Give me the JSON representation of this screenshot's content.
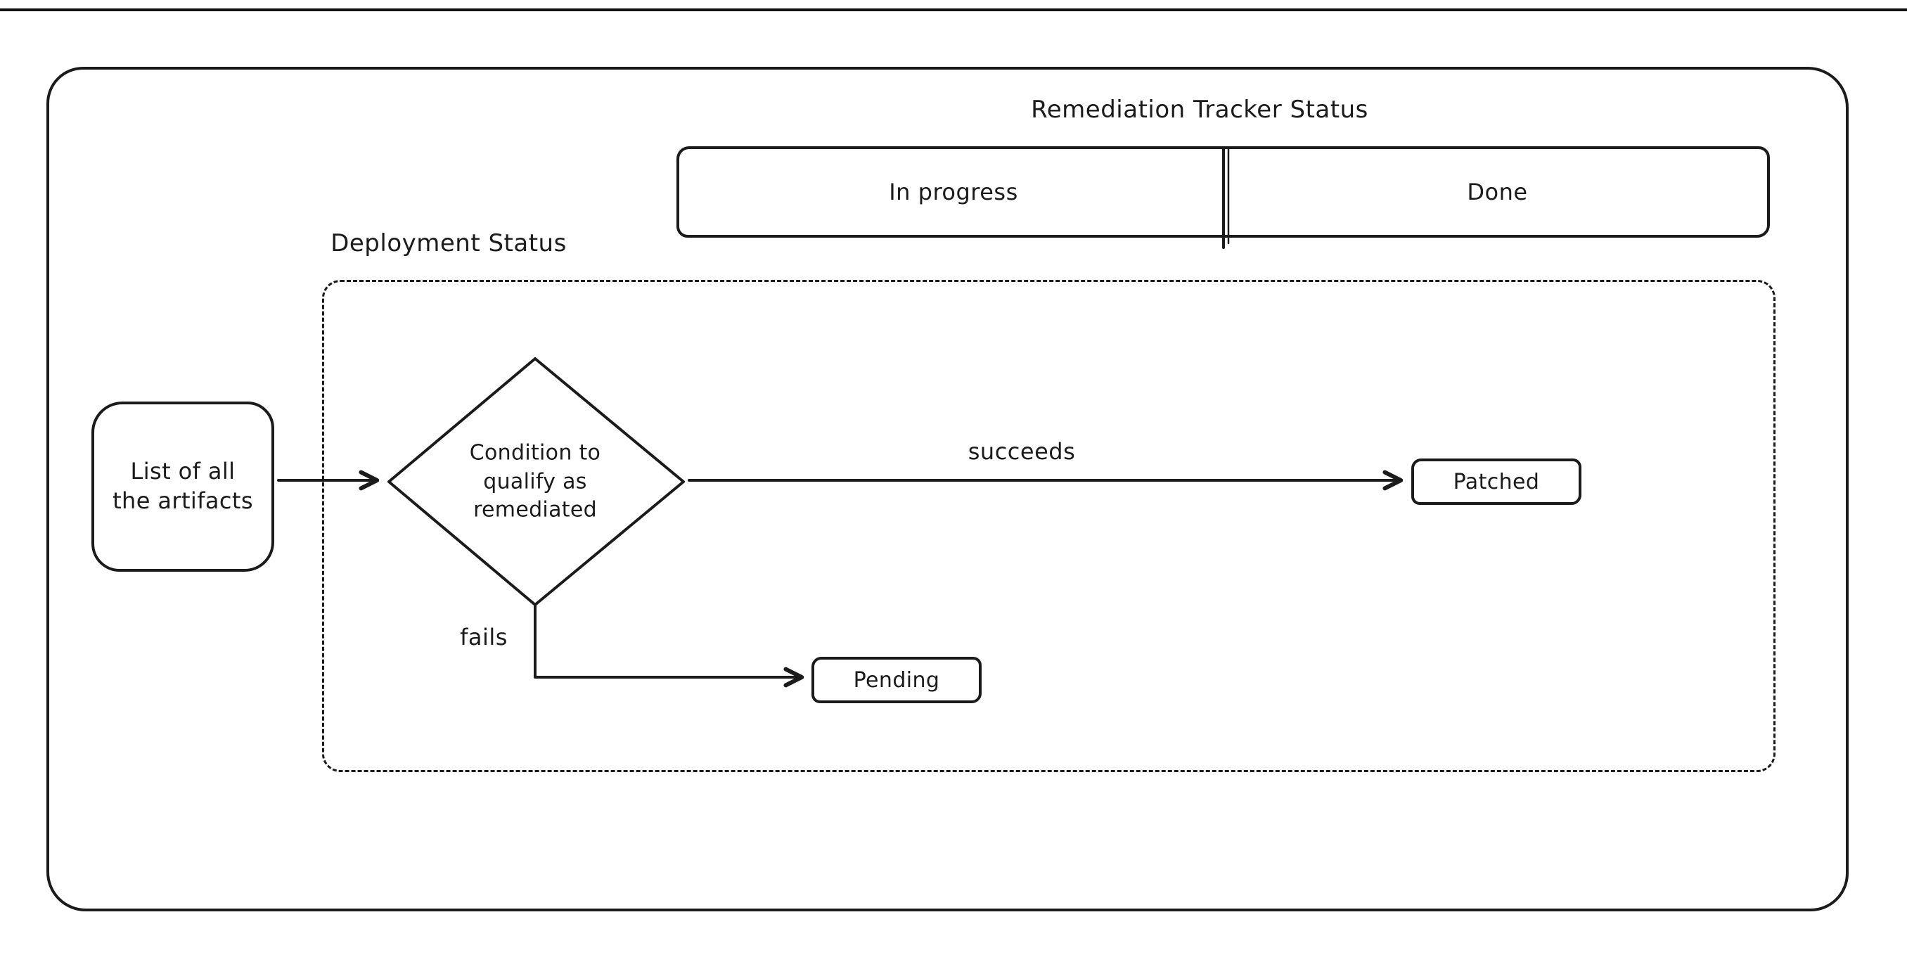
{
  "diagram": {
    "title": "Remediation Tracker Status",
    "tracker": {
      "left_cell": "In progress",
      "right_cell": "Done"
    },
    "deployment": {
      "label": "Deployment Status"
    },
    "nodes": {
      "artifacts": "List of all\nthe artifacts",
      "condition": "Condition to\nqualify as\nremediated",
      "patched": "Patched",
      "pending": "Pending"
    },
    "edges": {
      "succeeds_label": "succeeds",
      "fails_label": "fails"
    },
    "colors": {
      "stroke": "#1b1b1b",
      "background": "#ffffff"
    }
  }
}
